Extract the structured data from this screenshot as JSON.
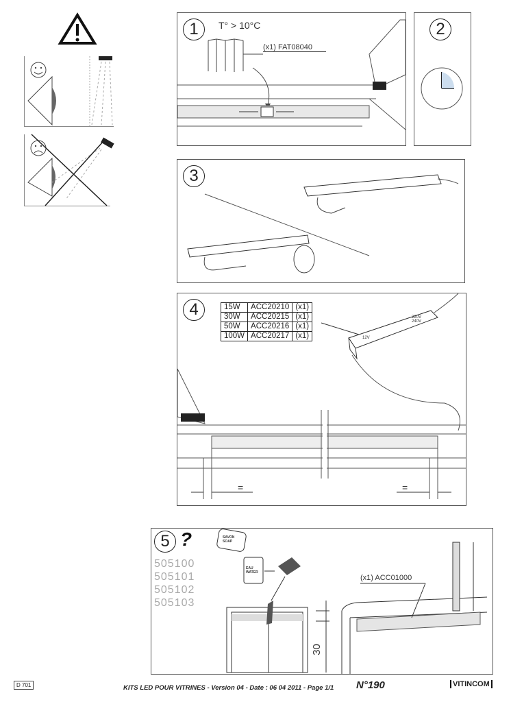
{
  "warning": {
    "icon": "warning-triangle-icon"
  },
  "step1": {
    "number": "1",
    "temperature": "T° > 10°C",
    "part": "(x1) FAT08040"
  },
  "step2": {
    "number": "2"
  },
  "step3": {
    "number": "3"
  },
  "step4": {
    "number": "4",
    "power_table": [
      {
        "power": "15W",
        "ref": "ACC20210",
        "qty": "(x1)"
      },
      {
        "power": "30W",
        "ref": "ACC20215",
        "qty": "(x1)"
      },
      {
        "power": "50W",
        "ref": "ACC20216",
        "qty": "(x1)"
      },
      {
        "power": "100W",
        "ref": "ACC20217",
        "qty": "(x1)"
      }
    ],
    "transformer_out": "12V",
    "transformer_in": "220V 240V",
    "equal_left": "=",
    "equal_right": "="
  },
  "step5": {
    "number": "5",
    "question": "?",
    "codes": [
      "505100",
      "505101",
      "505102",
      "505103"
    ],
    "soap": "SAVON SOAP",
    "water": "EAU WATER",
    "dimension": "30",
    "part": "(x1) ACC01000"
  },
  "footer": {
    "doc_code": "D 701",
    "title": "KITS LED POUR VITRINES - Version 04 - Date : 06 04 2011 - Page 1/1",
    "number": "N°190",
    "brand": "VITINCOM"
  }
}
